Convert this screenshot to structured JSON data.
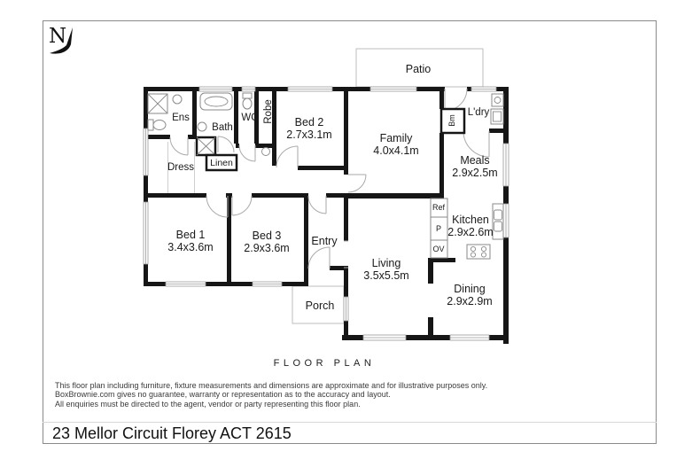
{
  "page": {
    "north_label": "N",
    "plan_title": "FLOOR PLAN",
    "address": "23 Mellor Circuit Florey ACT 2615",
    "disclaimer_lines": [
      "This floor plan including furniture, fixture measurements and dimensions are approximate and for illustrative purposes only.",
      "BoxBrownie.com gives no guarantee, warranty or representation as to the accuracy and layout.",
      "All enquiries must be directed to the agent, vendor or party representing this floor plan."
    ]
  },
  "rooms": {
    "ens": {
      "name": "Ens"
    },
    "bath": {
      "name": "Bath"
    },
    "wc": {
      "name": "WC"
    },
    "robe": {
      "name": "Robe"
    },
    "dress": {
      "name": "Dress"
    },
    "linen": {
      "name": "Linen"
    },
    "bed2": {
      "name": "Bed 2",
      "dims": "2.7x3.1m"
    },
    "family": {
      "name": "Family",
      "dims": "4.0x4.1m"
    },
    "patio": {
      "name": "Patio"
    },
    "laundry": {
      "name": "L'dry"
    },
    "bm": {
      "name": "Bm"
    },
    "meals": {
      "name": "Meals",
      "dims": "2.9x2.5m"
    },
    "kitchen": {
      "name": "Kitchen",
      "dims": "2.9x2.6m"
    },
    "bed1": {
      "name": "Bed 1",
      "dims": "3.4x3.6m"
    },
    "bed3": {
      "name": "Bed 3",
      "dims": "2.9x3.6m"
    },
    "entry": {
      "name": "Entry"
    },
    "living": {
      "name": "Living",
      "dims": "3.5x5.5m"
    },
    "dining": {
      "name": "Dining",
      "dims": "2.9x2.9m"
    },
    "porch": {
      "name": "Porch"
    }
  },
  "appliances": {
    "fridge": "Ref",
    "pantry": "P",
    "oven": "OV"
  }
}
